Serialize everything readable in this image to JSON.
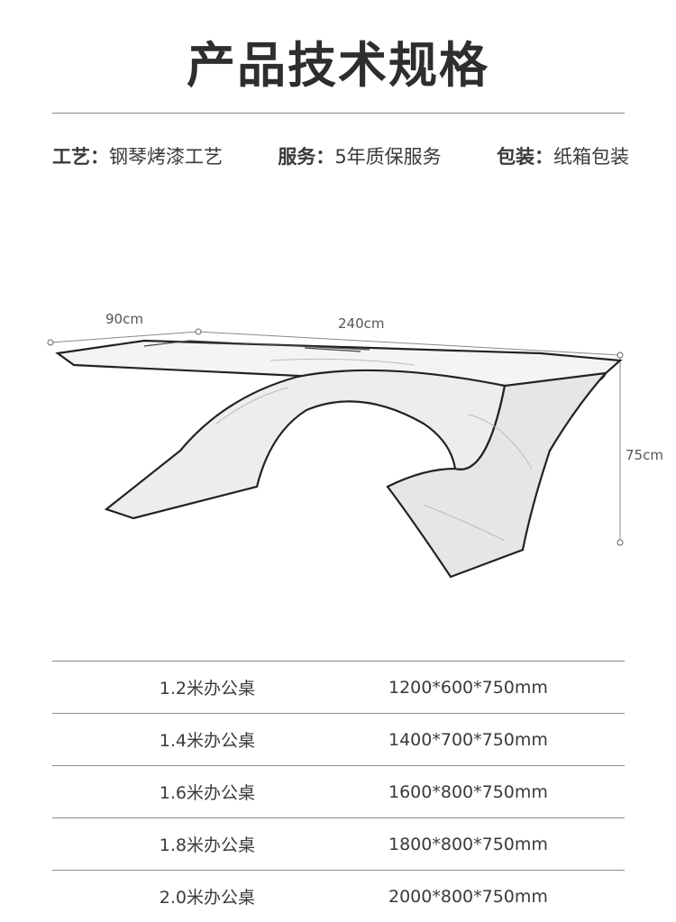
{
  "title": "产品技术规格",
  "specs": [
    {
      "key": "工艺：",
      "value": "钢琴烤漆工艺"
    },
    {
      "key": "服务：",
      "value": "5年质保服务"
    },
    {
      "key": "包装：",
      "value": "纸箱包装"
    }
  ],
  "dimensions": {
    "depth": "90cm",
    "length": "240cm",
    "height": "75cm"
  },
  "table": [
    {
      "name": "1.2米办公桌",
      "size": "1200*600*750mm"
    },
    {
      "name": "1.4米办公桌",
      "size": "1400*700*750mm"
    },
    {
      "name": "1.6米办公桌",
      "size": "1600*800*750mm"
    },
    {
      "name": "1.8米办公桌",
      "size": "1800*800*750mm"
    },
    {
      "name": "2.0米办公桌",
      "size": "2000*800*750mm"
    }
  ]
}
